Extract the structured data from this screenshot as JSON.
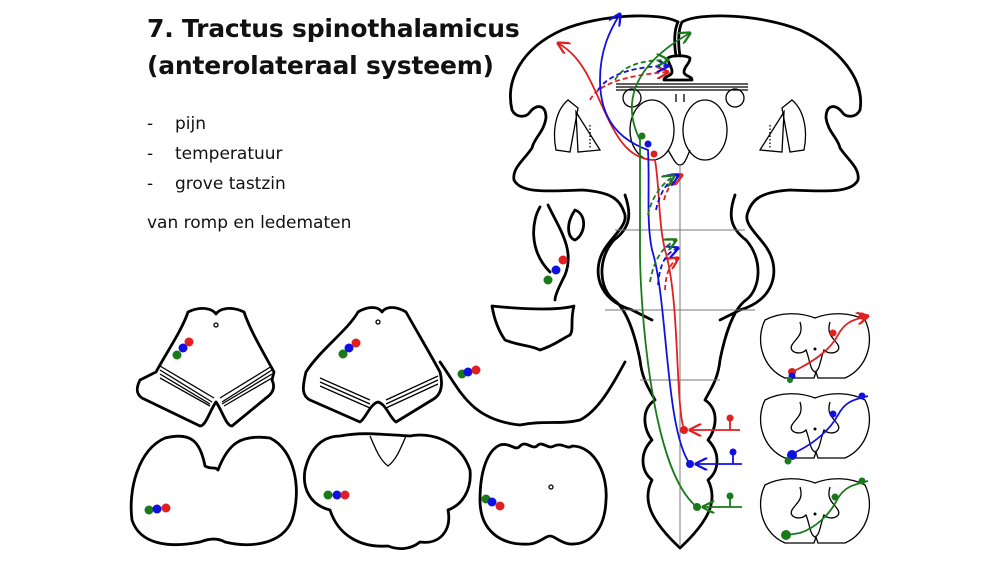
{
  "slide": {
    "title_line1": "7. Tractus spinothalamicus",
    "title_line2": "(anterolateraal systeem)",
    "bullets": [
      {
        "marker": "-",
        "text": "pijn"
      },
      {
        "marker": "-",
        "text": "temperatuur"
      },
      {
        "marker": "-",
        "text": "grove tastzin"
      }
    ],
    "subtext": "van romp en ledematen"
  },
  "diagram": {
    "pathway_colors": {
      "red": "#e02020",
      "blue": "#1010e0",
      "green": "#1a7a1a"
    },
    "pathways": [
      {
        "color": "red",
        "label": "pathway-red"
      },
      {
        "color": "blue",
        "label": "pathway-blue"
      },
      {
        "color": "green",
        "label": "pathway-green"
      }
    ],
    "cross_sections": [
      "midbrain-upper",
      "midbrain-lower",
      "pons",
      "medulla-upper",
      "medulla-middle",
      "medulla-lower",
      "spinal-cord-segments"
    ]
  }
}
